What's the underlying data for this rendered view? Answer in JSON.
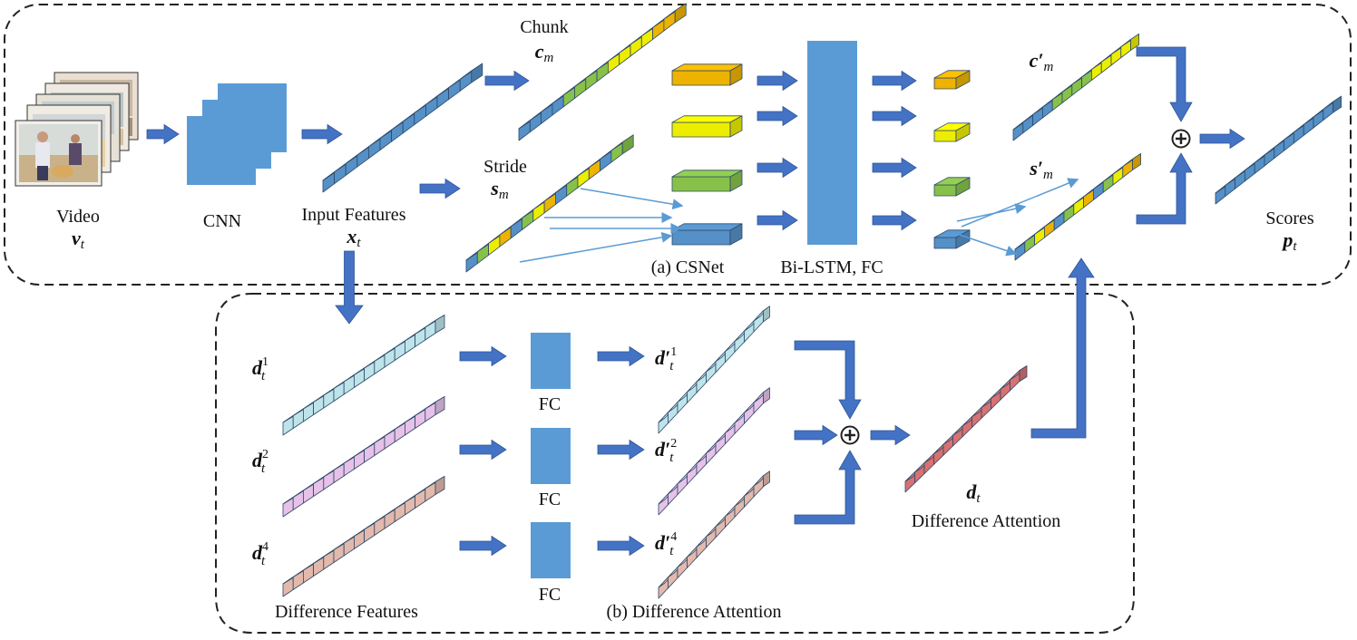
{
  "labels": {
    "video": "Video",
    "cnn": "CNN",
    "input_features": "Input Features",
    "chunk": "Chunk",
    "stride": "Stride",
    "csnet": "(a) CSNet",
    "bilstm": "Bi-LSTM, FC",
    "scores": "Scores",
    "fc": "FC",
    "difference_features": "Difference Features",
    "difference_attention_b": "(b) Difference Attention",
    "difference_attention": "Difference Attention"
  },
  "math": {
    "v": "v",
    "v_sub": "t",
    "x": "x",
    "x_sub": "t",
    "c": "c",
    "c_sub": "m",
    "s": "s",
    "s_sub": "m",
    "cp": "c′",
    "cp_sub": "m",
    "sp": "s′",
    "sp_sub": "m",
    "p": "p",
    "p_sub": "t",
    "d": "d",
    "d_sub": "t",
    "dp": "d′",
    "sup1": "1",
    "sup2": "2",
    "sup4": "4"
  },
  "colors": {
    "blue": "#5b9bd5",
    "arrow": "#4472c4",
    "orange": "#ffc000",
    "yellow": "#ffff00",
    "green": "#92d050",
    "cyan": "#ccf5fa",
    "pink": "#f8d0f8",
    "salmon": "#f4c7b8",
    "red": "#e87a7a"
  }
}
